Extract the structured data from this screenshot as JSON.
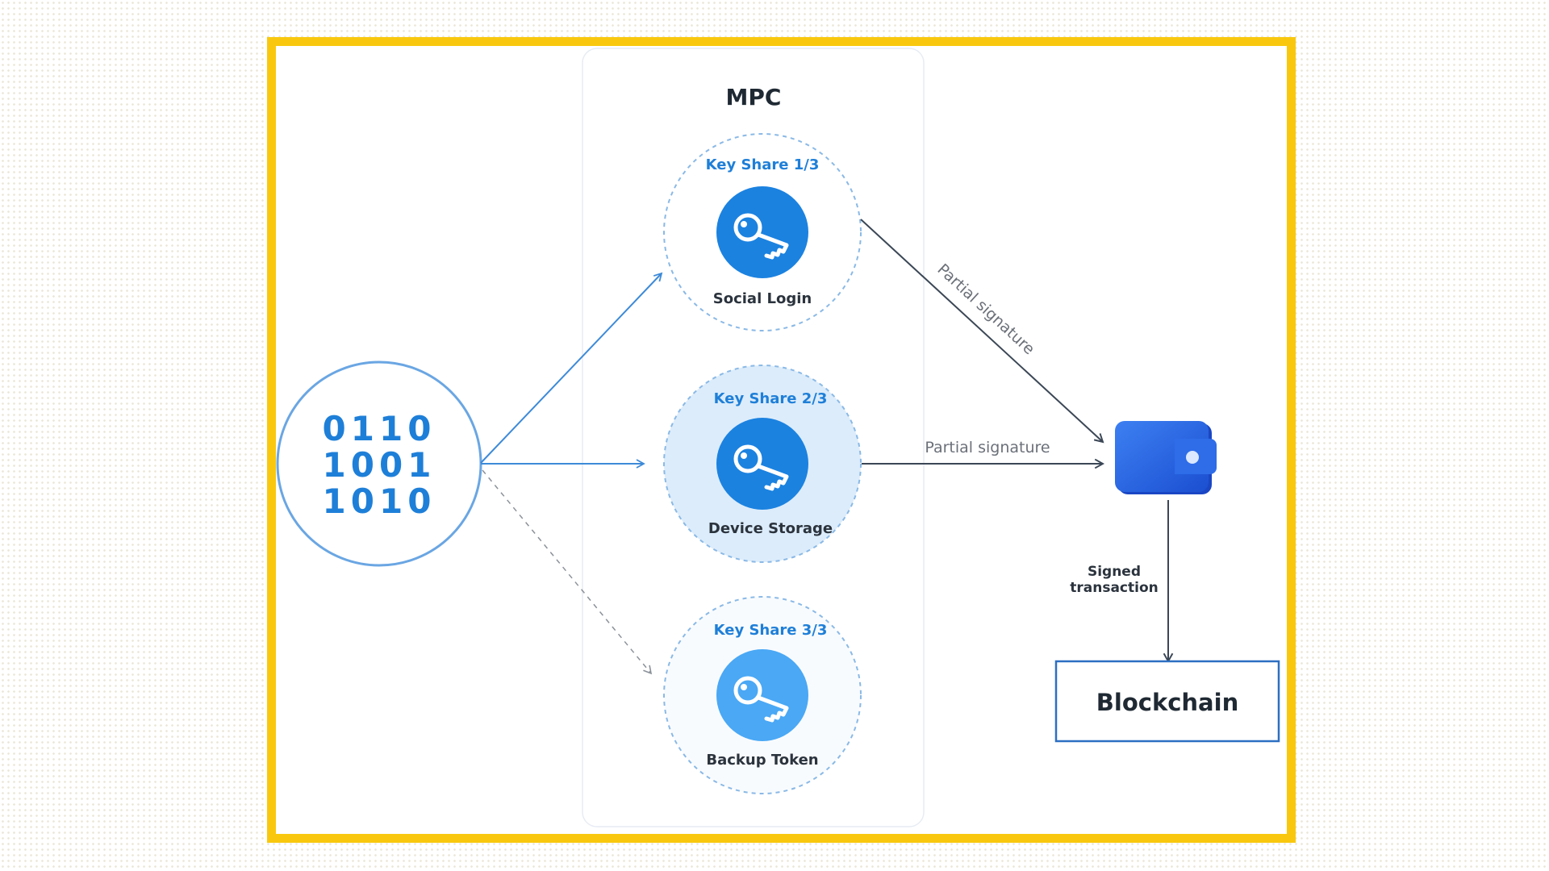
{
  "mpc": {
    "title": "MPC"
  },
  "secret": {
    "lines": [
      "0110",
      "1001",
      "1010"
    ]
  },
  "shares": [
    {
      "title": "Key Share 1/3",
      "label": "Social Login",
      "icon": "key-icon",
      "color": "#1b82e0"
    },
    {
      "title": "Key Share 2/3",
      "label": "Device Storage",
      "icon": "key-icon",
      "color": "#1b82e0"
    },
    {
      "title": "Key Share 3/3",
      "label": "Backup Token",
      "icon": "key-icon",
      "color": "#4aa8f5"
    }
  ],
  "edges": {
    "partial_signature_1": "Partial signature",
    "partial_signature_2": "Partial signature",
    "signed_transaction": [
      "Signed",
      "transaction"
    ]
  },
  "wallet": {
    "icon": "wallet-icon",
    "color": "#2463e6"
  },
  "blockchain": {
    "label": "Blockchain"
  },
  "colors": {
    "frame": "#f9c80e",
    "accent": "#1e7fd8",
    "dark_line": "#3b4756"
  }
}
